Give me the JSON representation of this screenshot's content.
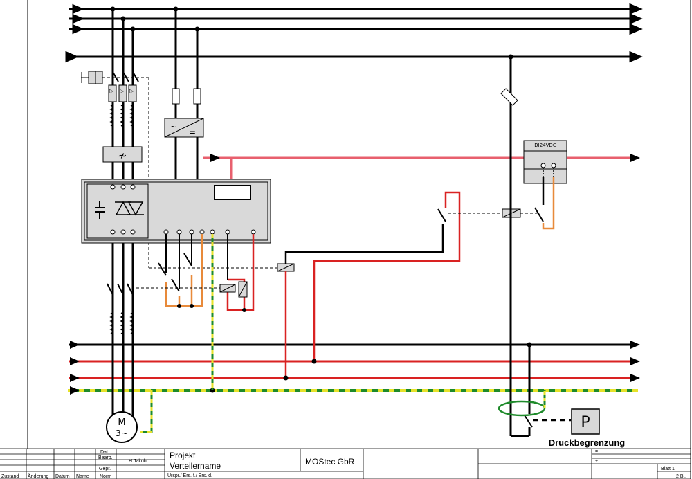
{
  "colors": {
    "black": "#000000",
    "red": "#d92222",
    "pink": "#e8606e",
    "orange": "#e88a3a",
    "green": "#1e8a2a",
    "yellow": "#e6e22a",
    "component_fill": "#d9d9d9",
    "background": "#ffffff"
  },
  "labels": {
    "pressure_switch_symbol": "P",
    "pressure_switch_name": "Druckbegrenzung",
    "motor_symbol": "M",
    "motor_phase": "3~",
    "power_supply_spec": "DI24VDC"
  },
  "title_block": {
    "status_col": "Zustand",
    "change_col": "Änderung",
    "date_col": "Datum",
    "name_col": "Name",
    "norm_col": "Norm",
    "date_row": "Dat.",
    "edited_row": "Bearb.",
    "editor": "H.Jakobi",
    "checked_row": "Gepr.",
    "project_label": "Projekt",
    "project_name": "Verteilername",
    "origin_row": "Urspr./ Ers. f./ Ers. d.",
    "company": "MOStec GbR",
    "assignment_eq": "=",
    "location_plus": "+",
    "sheet_label": "Blatt  1",
    "sheet_count": "2  Bl."
  }
}
